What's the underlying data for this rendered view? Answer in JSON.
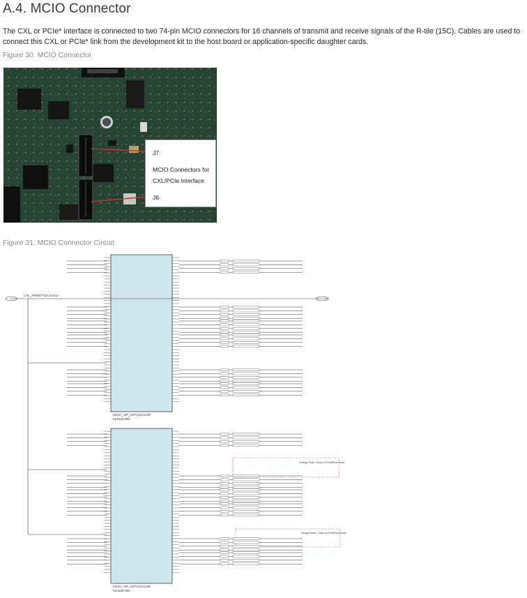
{
  "section": {
    "title": "A.4. MCIO Connector"
  },
  "intro": "The CXL or PCIe* interface is connected to two 74-pin MCIO connectors for 16 channels of transmit and receive signals of the R-tile (15C). Cables are used to connect this CXL or PCIe* link from the development kit to the host board or application-specific daughter cards.",
  "figure30": {
    "caption": "Figure 30. MCIO Connector",
    "label_j7": "J7",
    "label_desc_1": "MCIO Connectors for",
    "label_desc_2": "CXL/PCIe Interface",
    "label_j6": "J6"
  },
  "figure31": {
    "caption": "Figure 31. MCIO Connector Circuit",
    "j7_part": "MCIO_74P_G97V222124R",
    "j7_part2": "K04129-002",
    "j6_part": "MCIO_74P_G97V222124R",
    "j6_part2": "K04129-002",
    "perst_net": "CXL_PERST<15,43,51>",
    "design_note_1": "Design Note: Clock for RootPort mode",
    "design_note_2": "Design Note: Clock for RootPort mode"
  },
  "colors": {
    "connector_fill": "#cfe6ef",
    "pcb": "#1f3a2c",
    "wire": "#2b2b2b",
    "dashed_box": "#d04a4a"
  }
}
